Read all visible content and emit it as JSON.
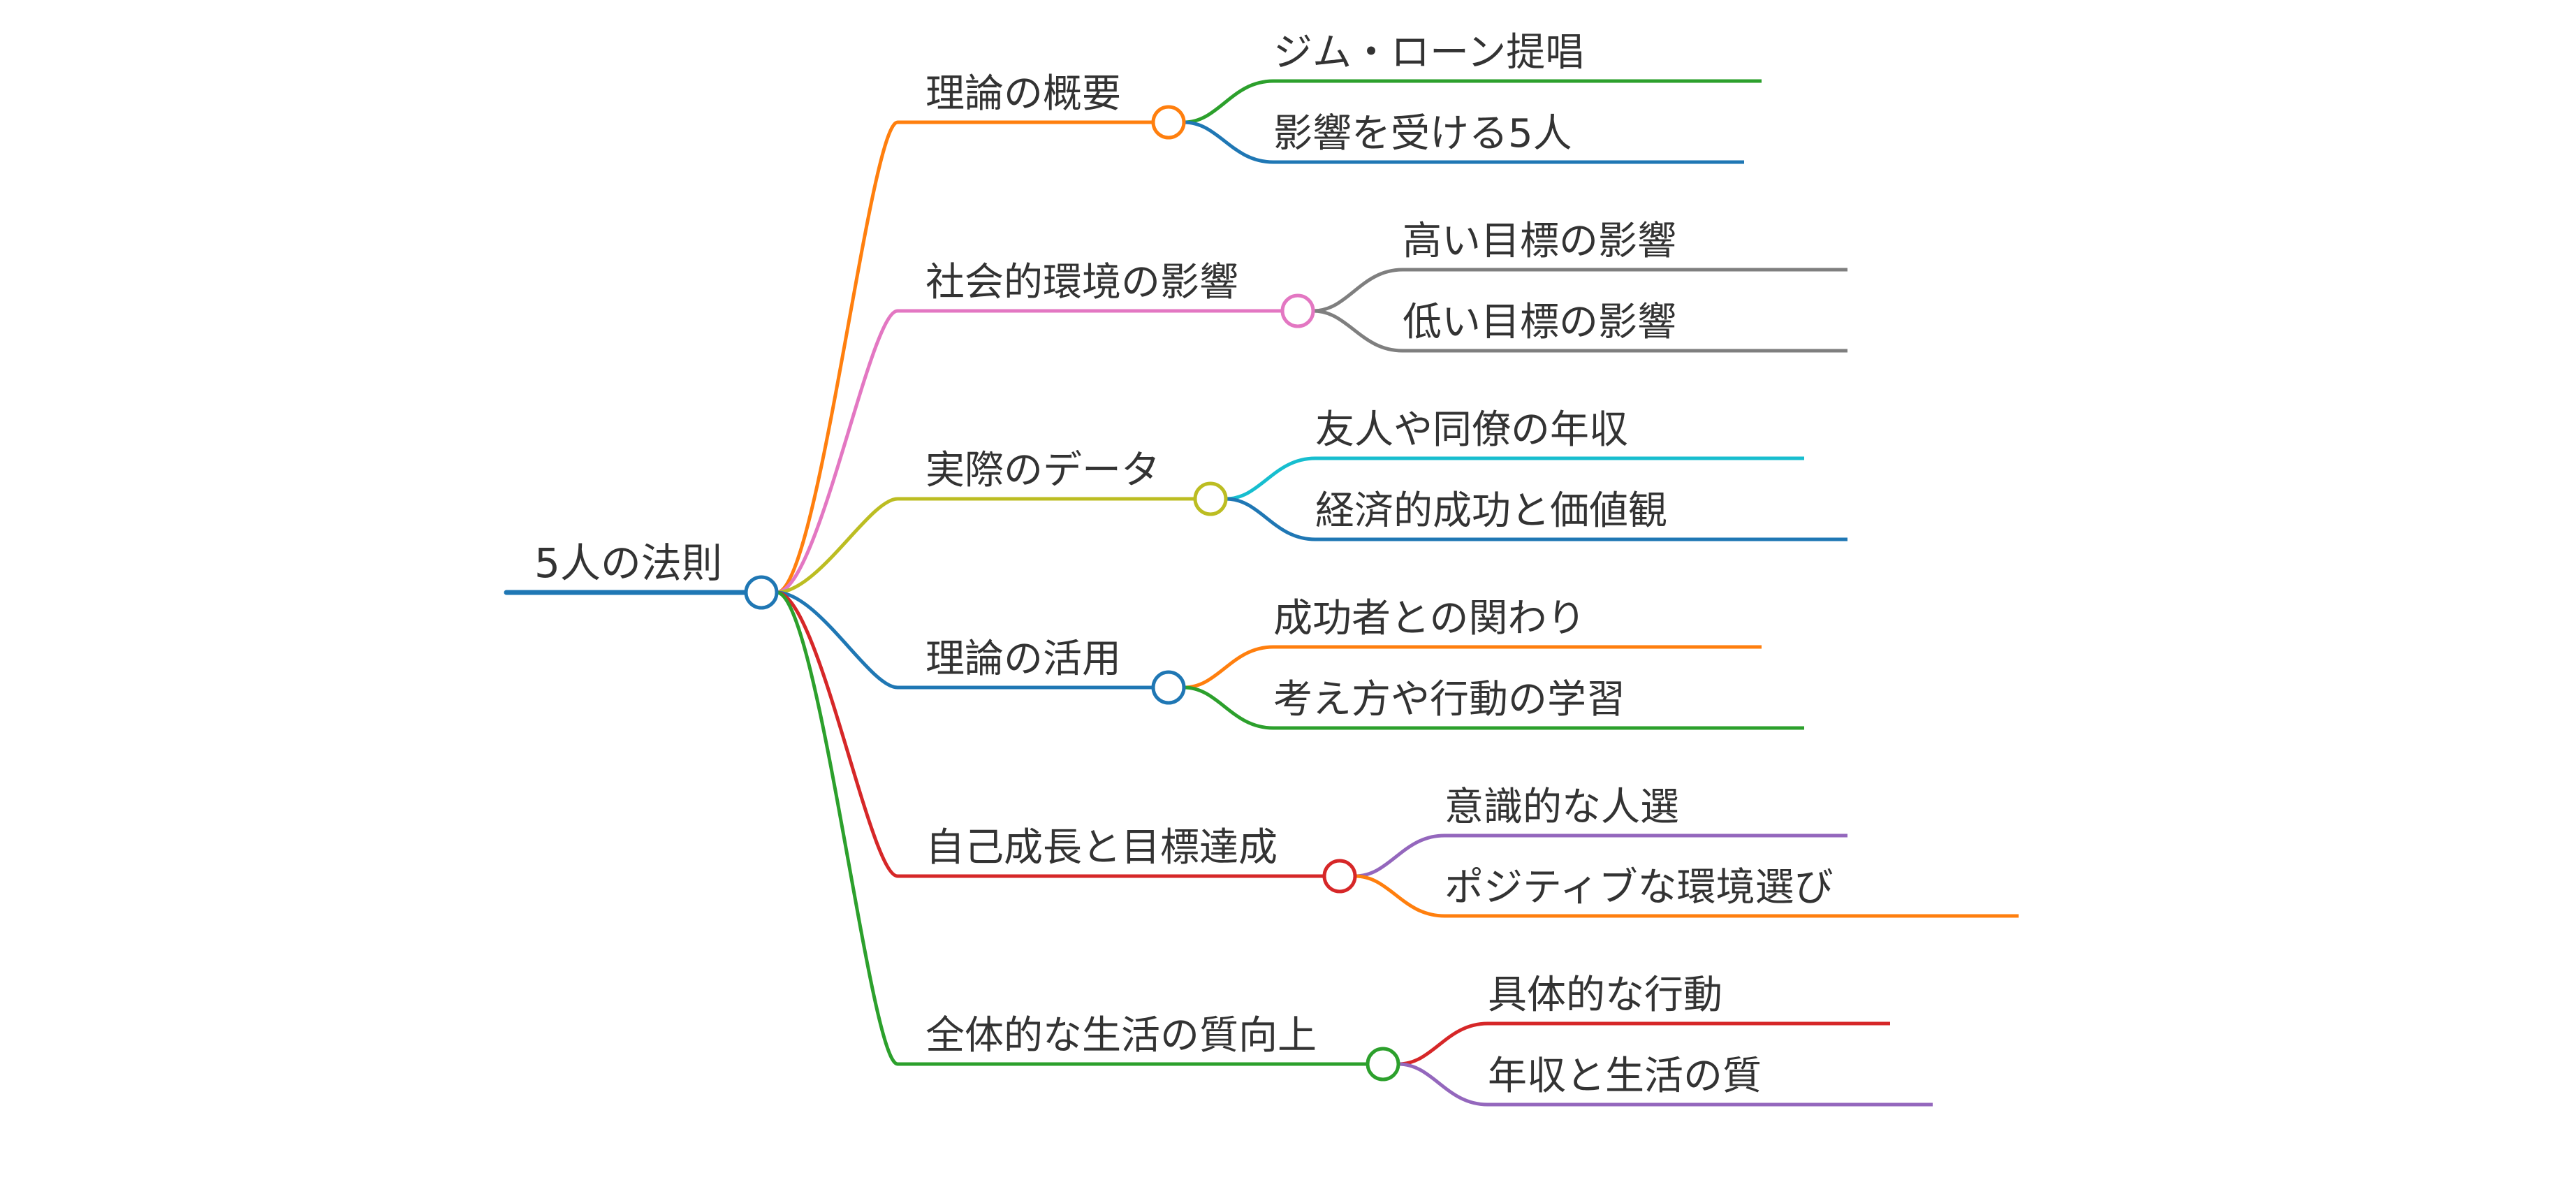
{
  "mindmap": {
    "root": {
      "label": "5人の法則",
      "color": "#1f77b4"
    },
    "branches": [
      {
        "label": "理論の概要",
        "color": "#ff7f0e",
        "children": [
          {
            "label": "ジム・ローン提唱",
            "color": "#2ca02c"
          },
          {
            "label": "影響を受ける5人",
            "color": "#1f77b4"
          }
        ]
      },
      {
        "label": "社会的環境の影響",
        "color": "#e377c2",
        "children": [
          {
            "label": "高い目標の影響",
            "color": "#7f7f7f"
          },
          {
            "label": "低い目標の影響",
            "color": "#7f7f7f"
          }
        ]
      },
      {
        "label": "実際のデータ",
        "color": "#bcbd22",
        "children": [
          {
            "label": "友人や同僚の年収",
            "color": "#17becf"
          },
          {
            "label": "経済的成功と価値観",
            "color": "#1f77b4"
          }
        ]
      },
      {
        "label": "理論の活用",
        "color": "#1f77b4",
        "children": [
          {
            "label": "成功者との関わり",
            "color": "#ff7f0e"
          },
          {
            "label": "考え方や行動の学習",
            "color": "#2ca02c"
          }
        ]
      },
      {
        "label": "自己成長と目標達成",
        "color": "#d62728",
        "children": [
          {
            "label": "意識的な人選",
            "color": "#9467bd"
          },
          {
            "label": "ポジティブな環境選び",
            "color": "#ff7f0e"
          }
        ]
      },
      {
        "label": "全体的な生活の質向上",
        "color": "#2ca02c",
        "children": [
          {
            "label": "具体的な行動",
            "color": "#d62728"
          },
          {
            "label": "年収と生活の質",
            "color": "#9467bd"
          }
        ]
      }
    ]
  }
}
